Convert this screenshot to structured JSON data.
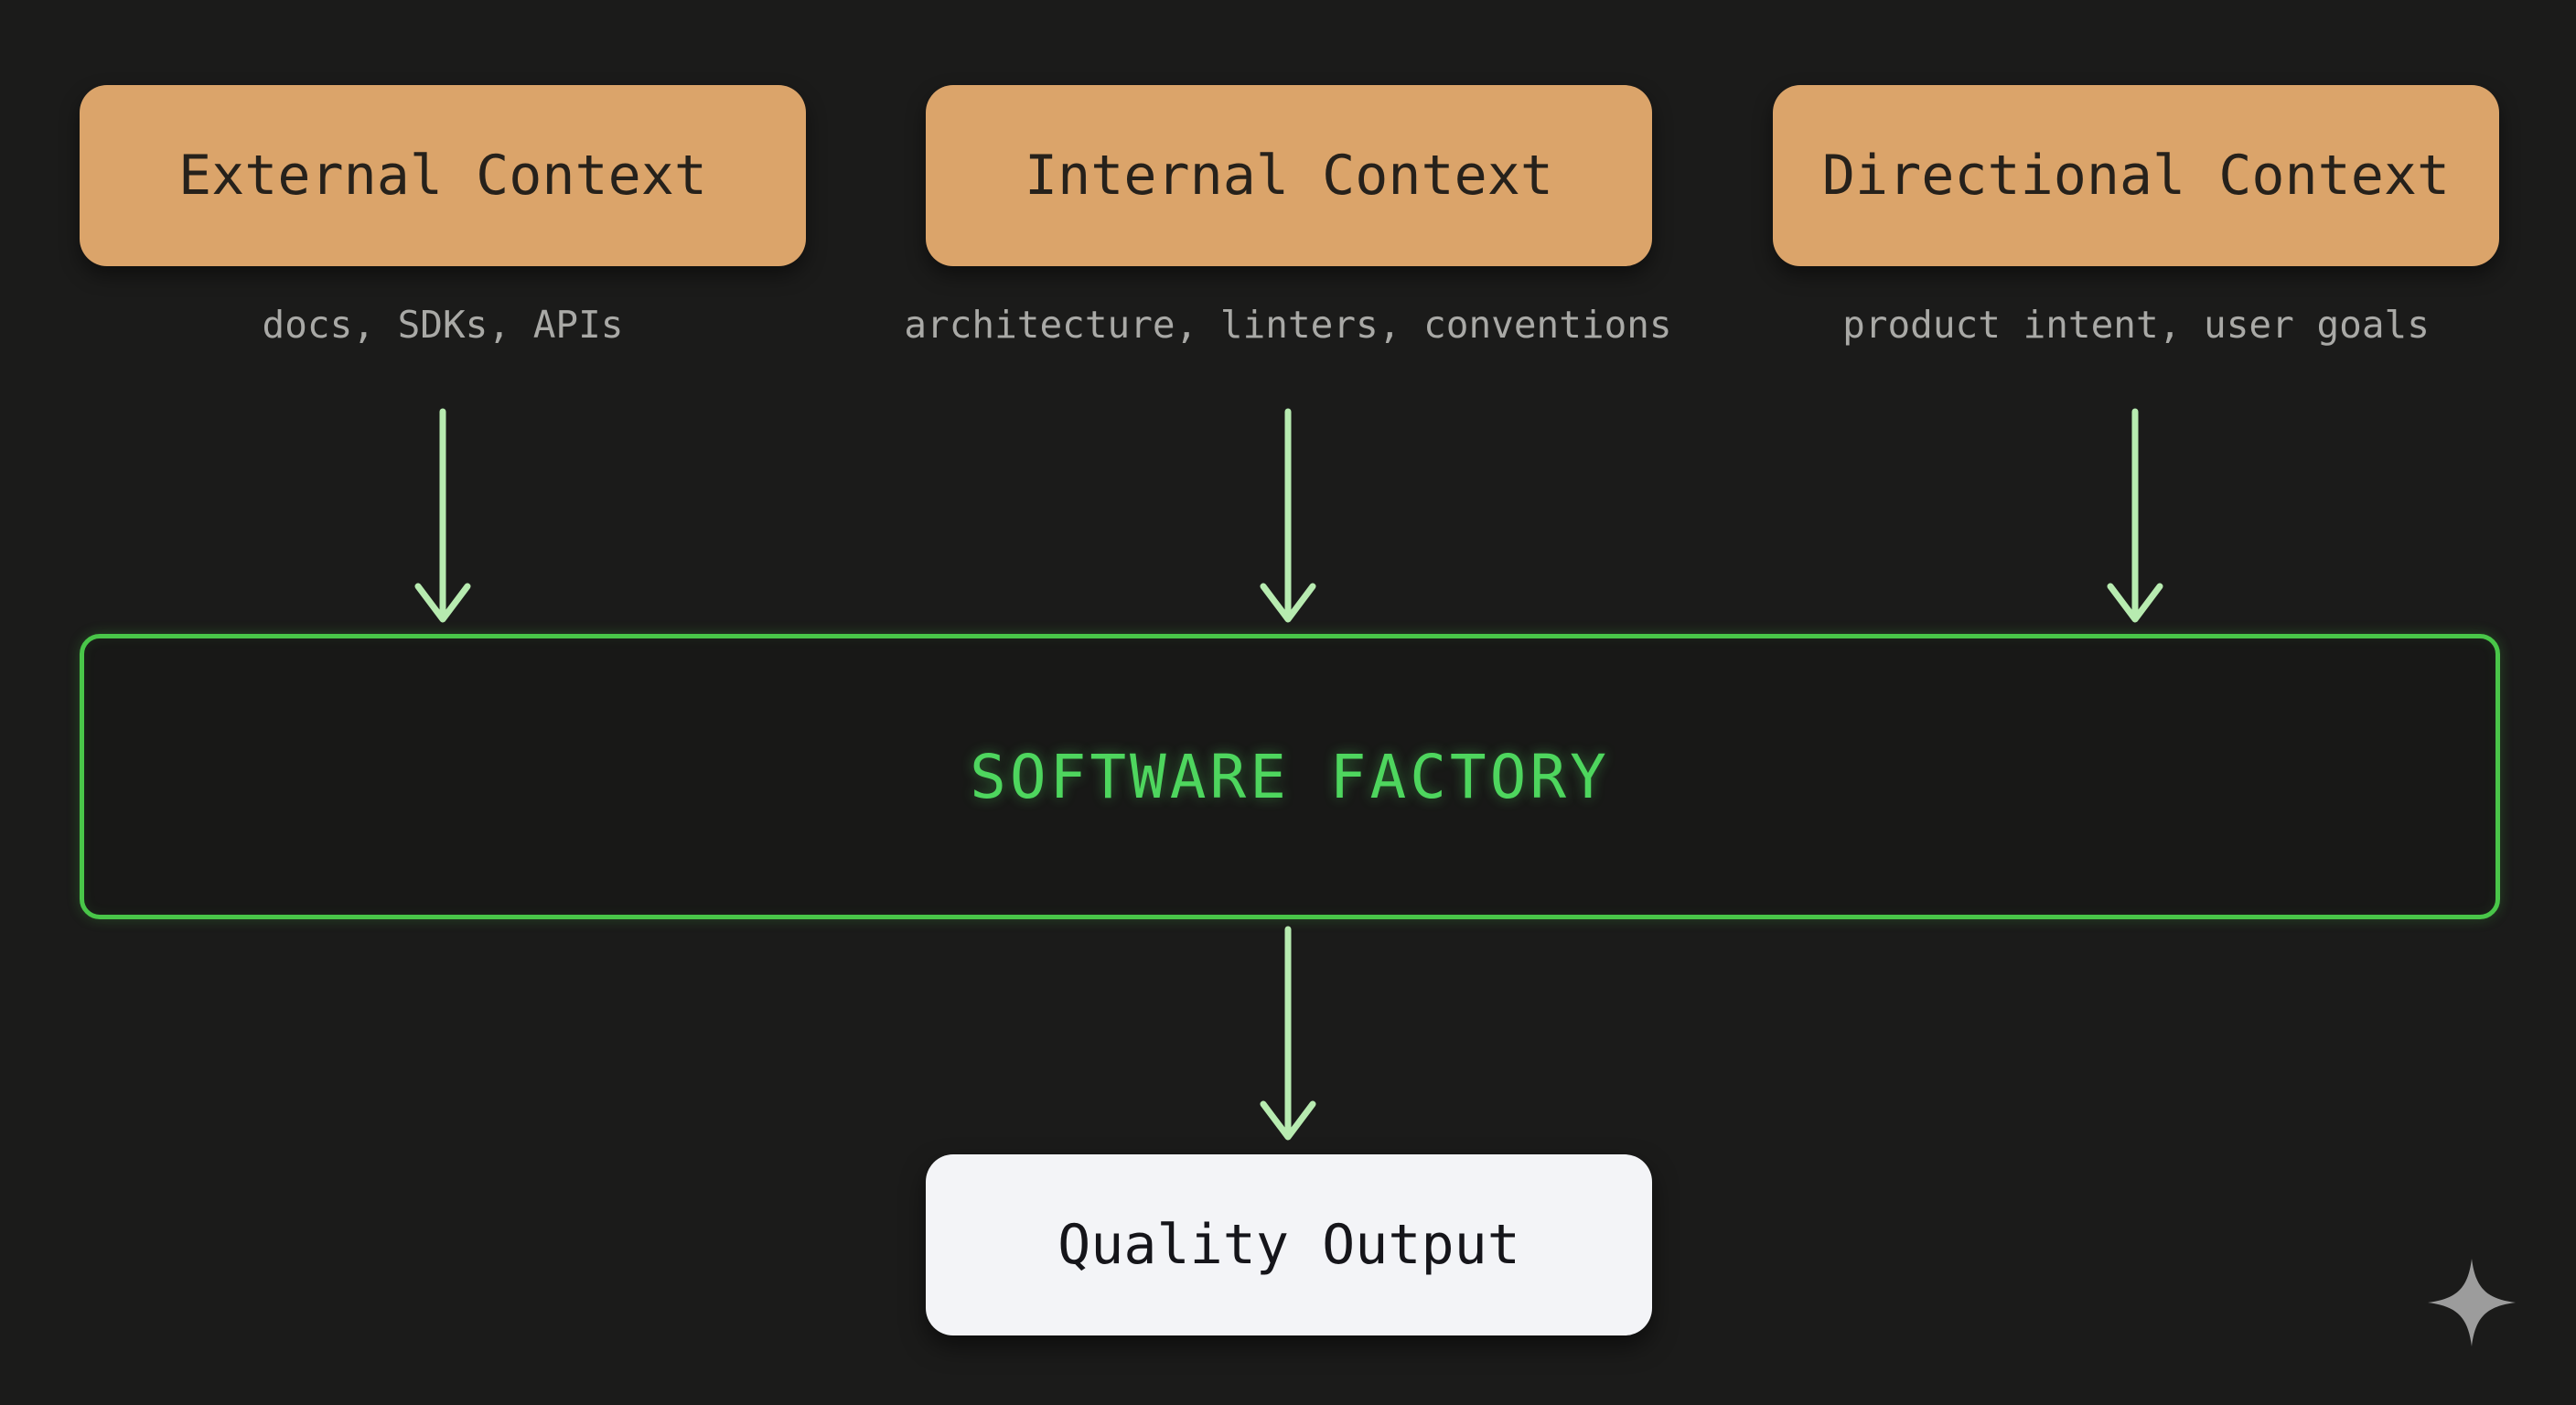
{
  "diagram": {
    "context_boxes": [
      {
        "label": "External Context",
        "subtitle": "docs, SDKs, APIs"
      },
      {
        "label": "Internal Context",
        "subtitle": "architecture, linters, conventions"
      },
      {
        "label": "Directional Context",
        "subtitle": "product intent, user goals"
      }
    ],
    "factory": {
      "label": "SOFTWARE FACTORY"
    },
    "output": {
      "label": "Quality Output"
    },
    "arrows": {
      "count": 4,
      "description": "three arrows from context boxes into factory, one arrow from factory to quality output"
    }
  },
  "icons": {
    "watermark": "sparkle-icon"
  },
  "colors": {
    "background": "#1b1b1a",
    "context_box_fill": "#dba46a",
    "context_box_text": "#26211b",
    "subtitle_text": "#a9a9a6",
    "factory_border": "#49c649",
    "factory_text": "#4ed65e",
    "arrow": "#b7ebb0",
    "output_fill": "#f3f4f7",
    "output_text": "#15151a",
    "sparkle": "#9c9c9c"
  }
}
